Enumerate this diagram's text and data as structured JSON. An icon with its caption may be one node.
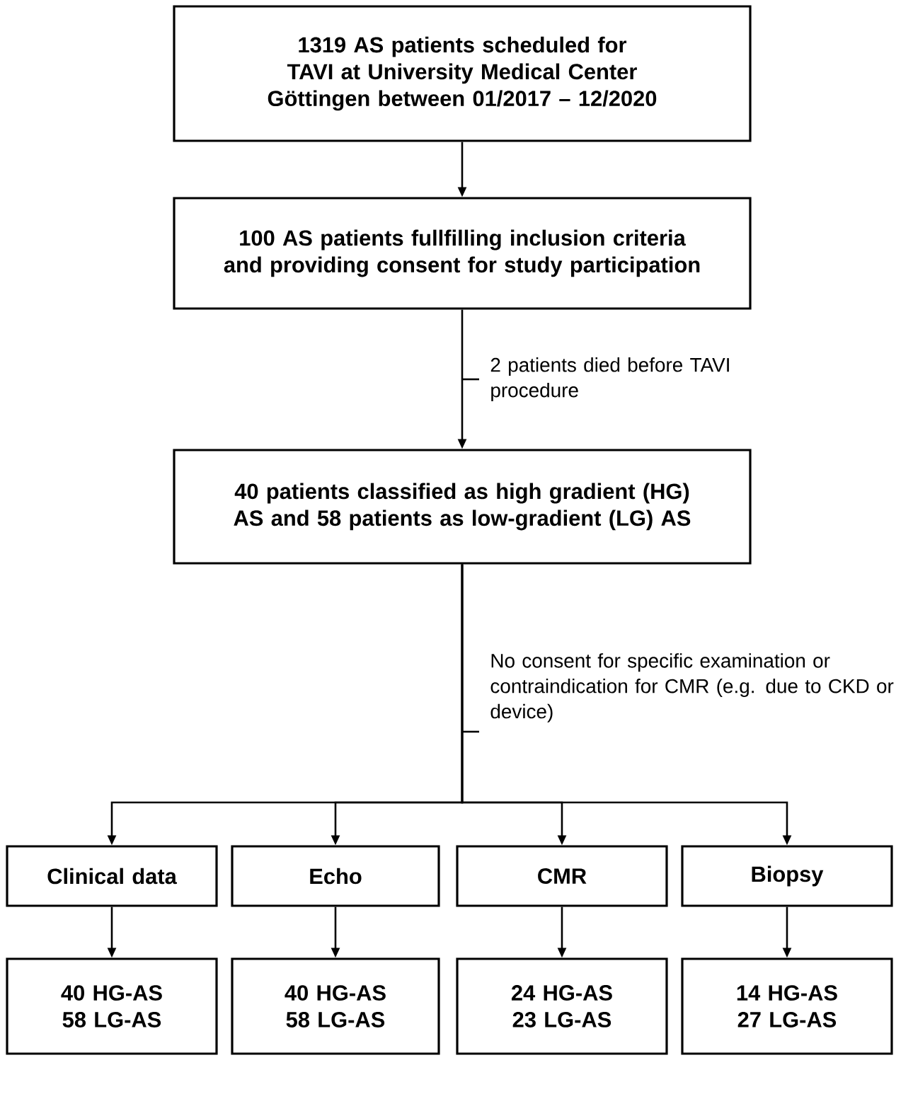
{
  "diagram": {
    "nodes": [
      {
        "text": [
          "1319 AS patients scheduled for TAVI at University Medical Center Göttingen between 01/2017 – 12/2020"
        ]
      },
      {
        "text": [
          "100 AS patients fullfilling inclusion criteria and providing consent for study participation"
        ]
      },
      {
        "text": [
          "40 patients classified as high gradient (HG) AS and 58 patients as low-gradient (LG) AS"
        ]
      },
      {
        "text": [
          "Clinical data"
        ]
      },
      {
        "text": [
          "Echo"
        ]
      },
      {
        "text": [
          "CMR"
        ]
      },
      {
        "text": [
          "Biopsy"
        ]
      },
      {
        "text": [
          "40 HG-AS 58 LG-AS"
        ]
      },
      {
        "text": [
          "40 HG-AS 58 LG-AS"
        ]
      },
      {
        "text": [
          "24 HG-AS 23 LG-AS"
        ]
      },
      {
        "text": [
          "14 HG-AS 27 LG-AS"
        ]
      }
    ],
    "edges": [
      {
        "from": 0,
        "to": 1,
        "arrow": "to"
      },
      {
        "from": 1,
        "to": 2,
        "arrow": "to",
        "label": "2 patients died before TAVI procedure"
      },
      {
        "from": 2,
        "to": 3,
        "arrow": "to",
        "label": "No consent for specific examination or contraindication for CMR (e.g. due to CKD or device)"
      },
      {
        "from": 2,
        "to": 4,
        "arrow": "to"
      },
      {
        "from": 2,
        "to": 5,
        "arrow": "to"
      },
      {
        "from": 2,
        "to": 6,
        "arrow": "to"
      },
      {
        "from": 3,
        "to": 7,
        "arrow": "to"
      },
      {
        "from": 4,
        "to": 8,
        "arrow": "to"
      },
      {
        "from": 5,
        "to": 9,
        "arrow": "to"
      },
      {
        "from": 6,
        "to": 10,
        "arrow": "to"
      }
    ]
  }
}
